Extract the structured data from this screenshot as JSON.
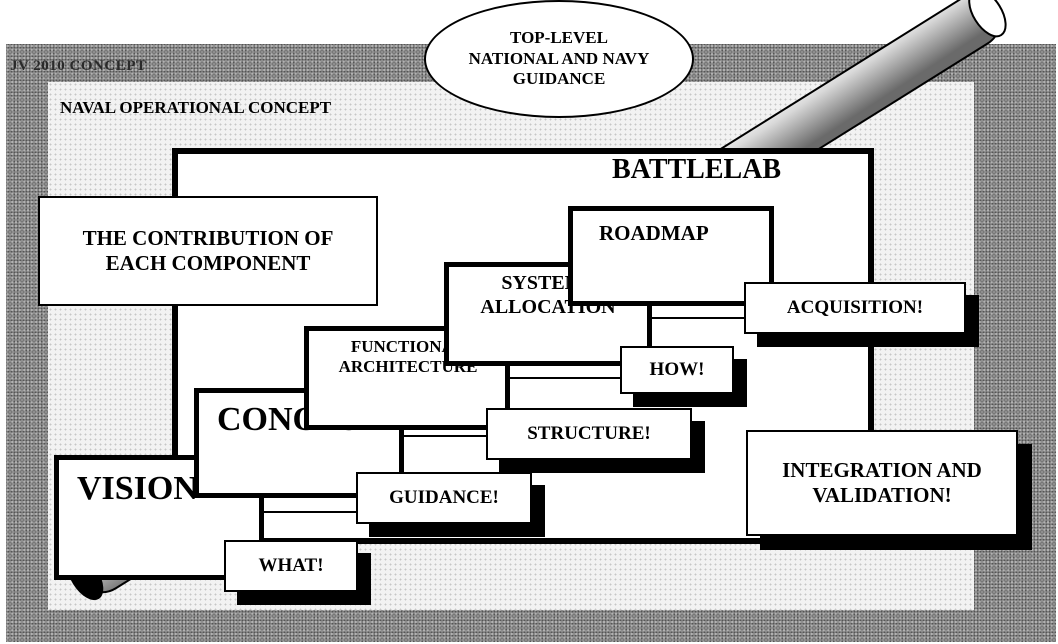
{
  "header": {
    "ellipse_text": "TOP-LEVEL NATIONAL AND NAVY GUIDANCE",
    "corner_label": "JV 2010 CONCEPT"
  },
  "frame": {
    "naval_label": "NAVAL OPERATIONAL CONCEPT",
    "battlelab_label": "BATTLELAB",
    "contribution_label": "THE CONTRIBUTION OF EACH COMPONENT",
    "integration_label": "INTEGRATION AND VALIDATION!"
  },
  "stages": [
    {
      "title": "VISION",
      "output": "WHAT!"
    },
    {
      "title": "CONOPS",
      "output": "GUIDANCE!"
    },
    {
      "title": "FUNCTIONAL ARCHITECTURE",
      "output": "STRUCTURE!"
    },
    {
      "title": "SYSTEMS ALLOCATION",
      "output": "HOW!"
    },
    {
      "title": "ROADMAP",
      "output": "ACQUISITION!"
    }
  ],
  "colors": {
    "ink": "#000000",
    "paper": "#ffffff",
    "halftone": "#9a9a9a"
  }
}
